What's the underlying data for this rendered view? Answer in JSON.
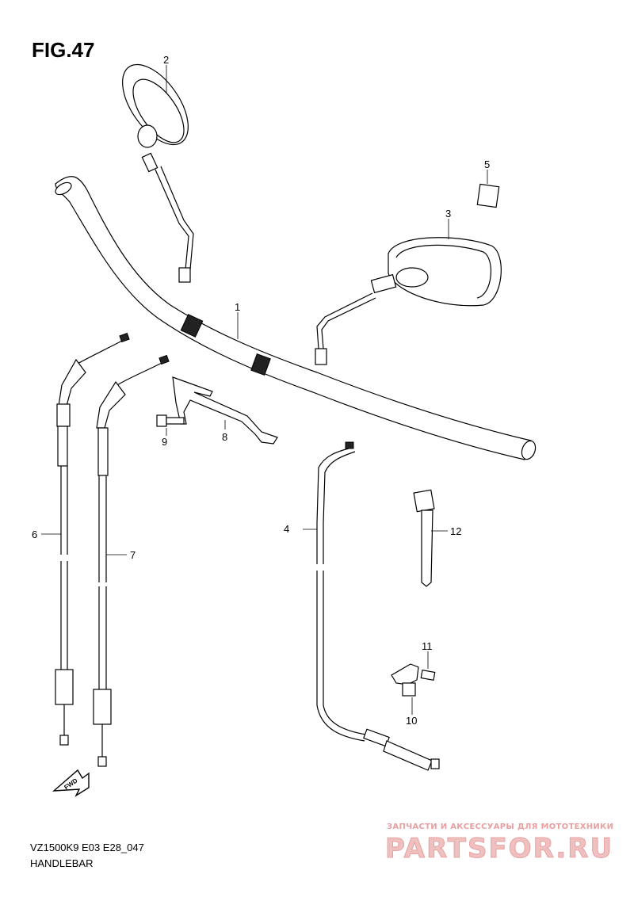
{
  "figure": {
    "title": "FIG.47"
  },
  "callouts": [
    "1",
    "2",
    "3",
    "4",
    "5",
    "6",
    "7",
    "8",
    "9",
    "10",
    "11",
    "12"
  ],
  "footer": {
    "model_code": "VZ1500K9 E03 E28_047",
    "section": "HANDLEBAR"
  },
  "forward_arrow": {
    "label": "FWD",
    "icon": "forward-arrow-icon"
  },
  "watermark": {
    "caption": "ЗАПЧАСТИ И АКСЕССУАРЫ ДЛЯ МОТОТЕХНИКИ",
    "logo_text": "PARTSFOR.RU",
    "color": "#e9a0a0"
  }
}
